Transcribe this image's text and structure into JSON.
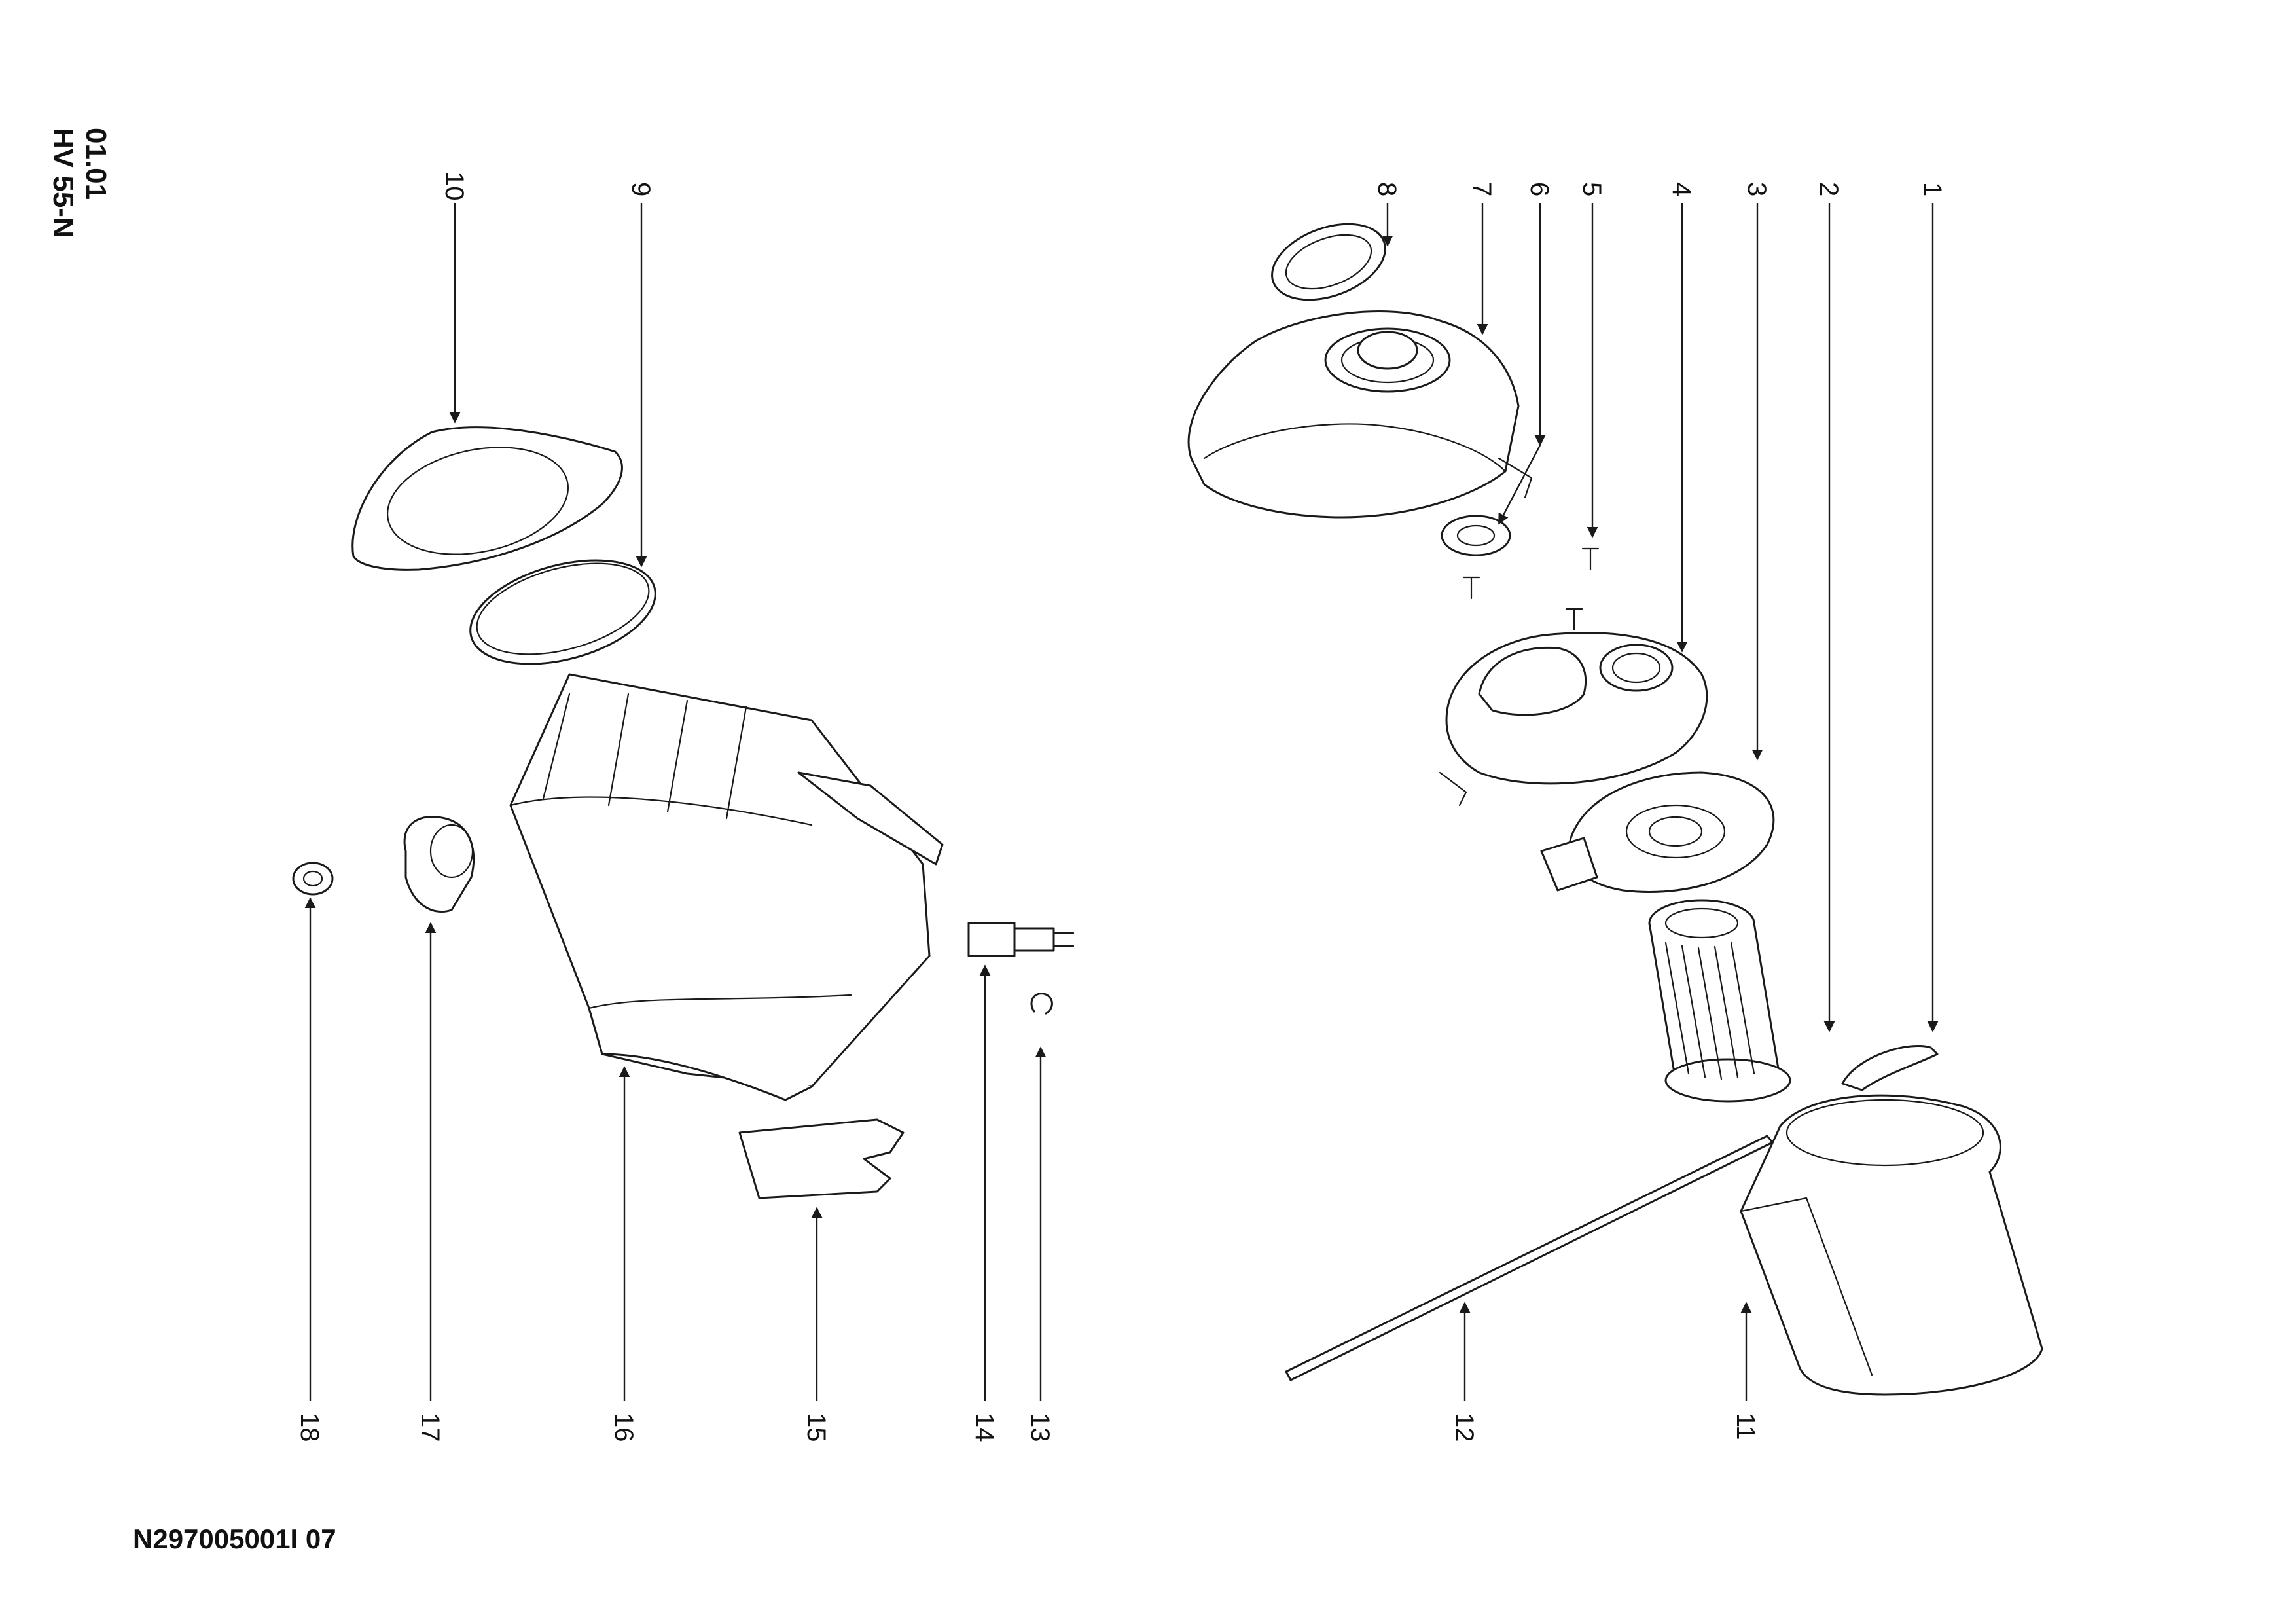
{
  "header": {
    "revision": "01.01",
    "model": "HV 55-N"
  },
  "document_number": "N297005001I 07",
  "callouts": [
    "1",
    "2",
    "3",
    "4",
    "5",
    "6",
    "7",
    "8",
    "9",
    "10",
    "11",
    "12",
    "13",
    "14",
    "15",
    "16",
    "17",
    "18"
  ],
  "colors": {
    "ink": "#1a1a1a",
    "background": "#ffffff"
  }
}
